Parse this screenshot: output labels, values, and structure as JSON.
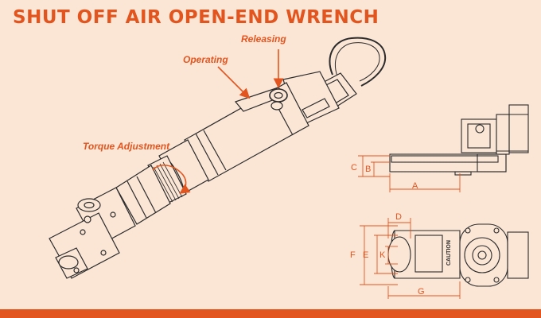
{
  "title": "SHUT OFF AIR OPEN-END WRENCH",
  "callouts": {
    "releasing": "Releasing",
    "operating": "Operating",
    "torque": "Torque Adjustment"
  },
  "dimensions": [
    "A",
    "B",
    "C",
    "D",
    "E",
    "F",
    "G",
    "K"
  ],
  "side_text": "CAUTION",
  "colors": {
    "accent": "#e2551f",
    "background": "#fbe6d6",
    "line": "#2b2b2b"
  }
}
